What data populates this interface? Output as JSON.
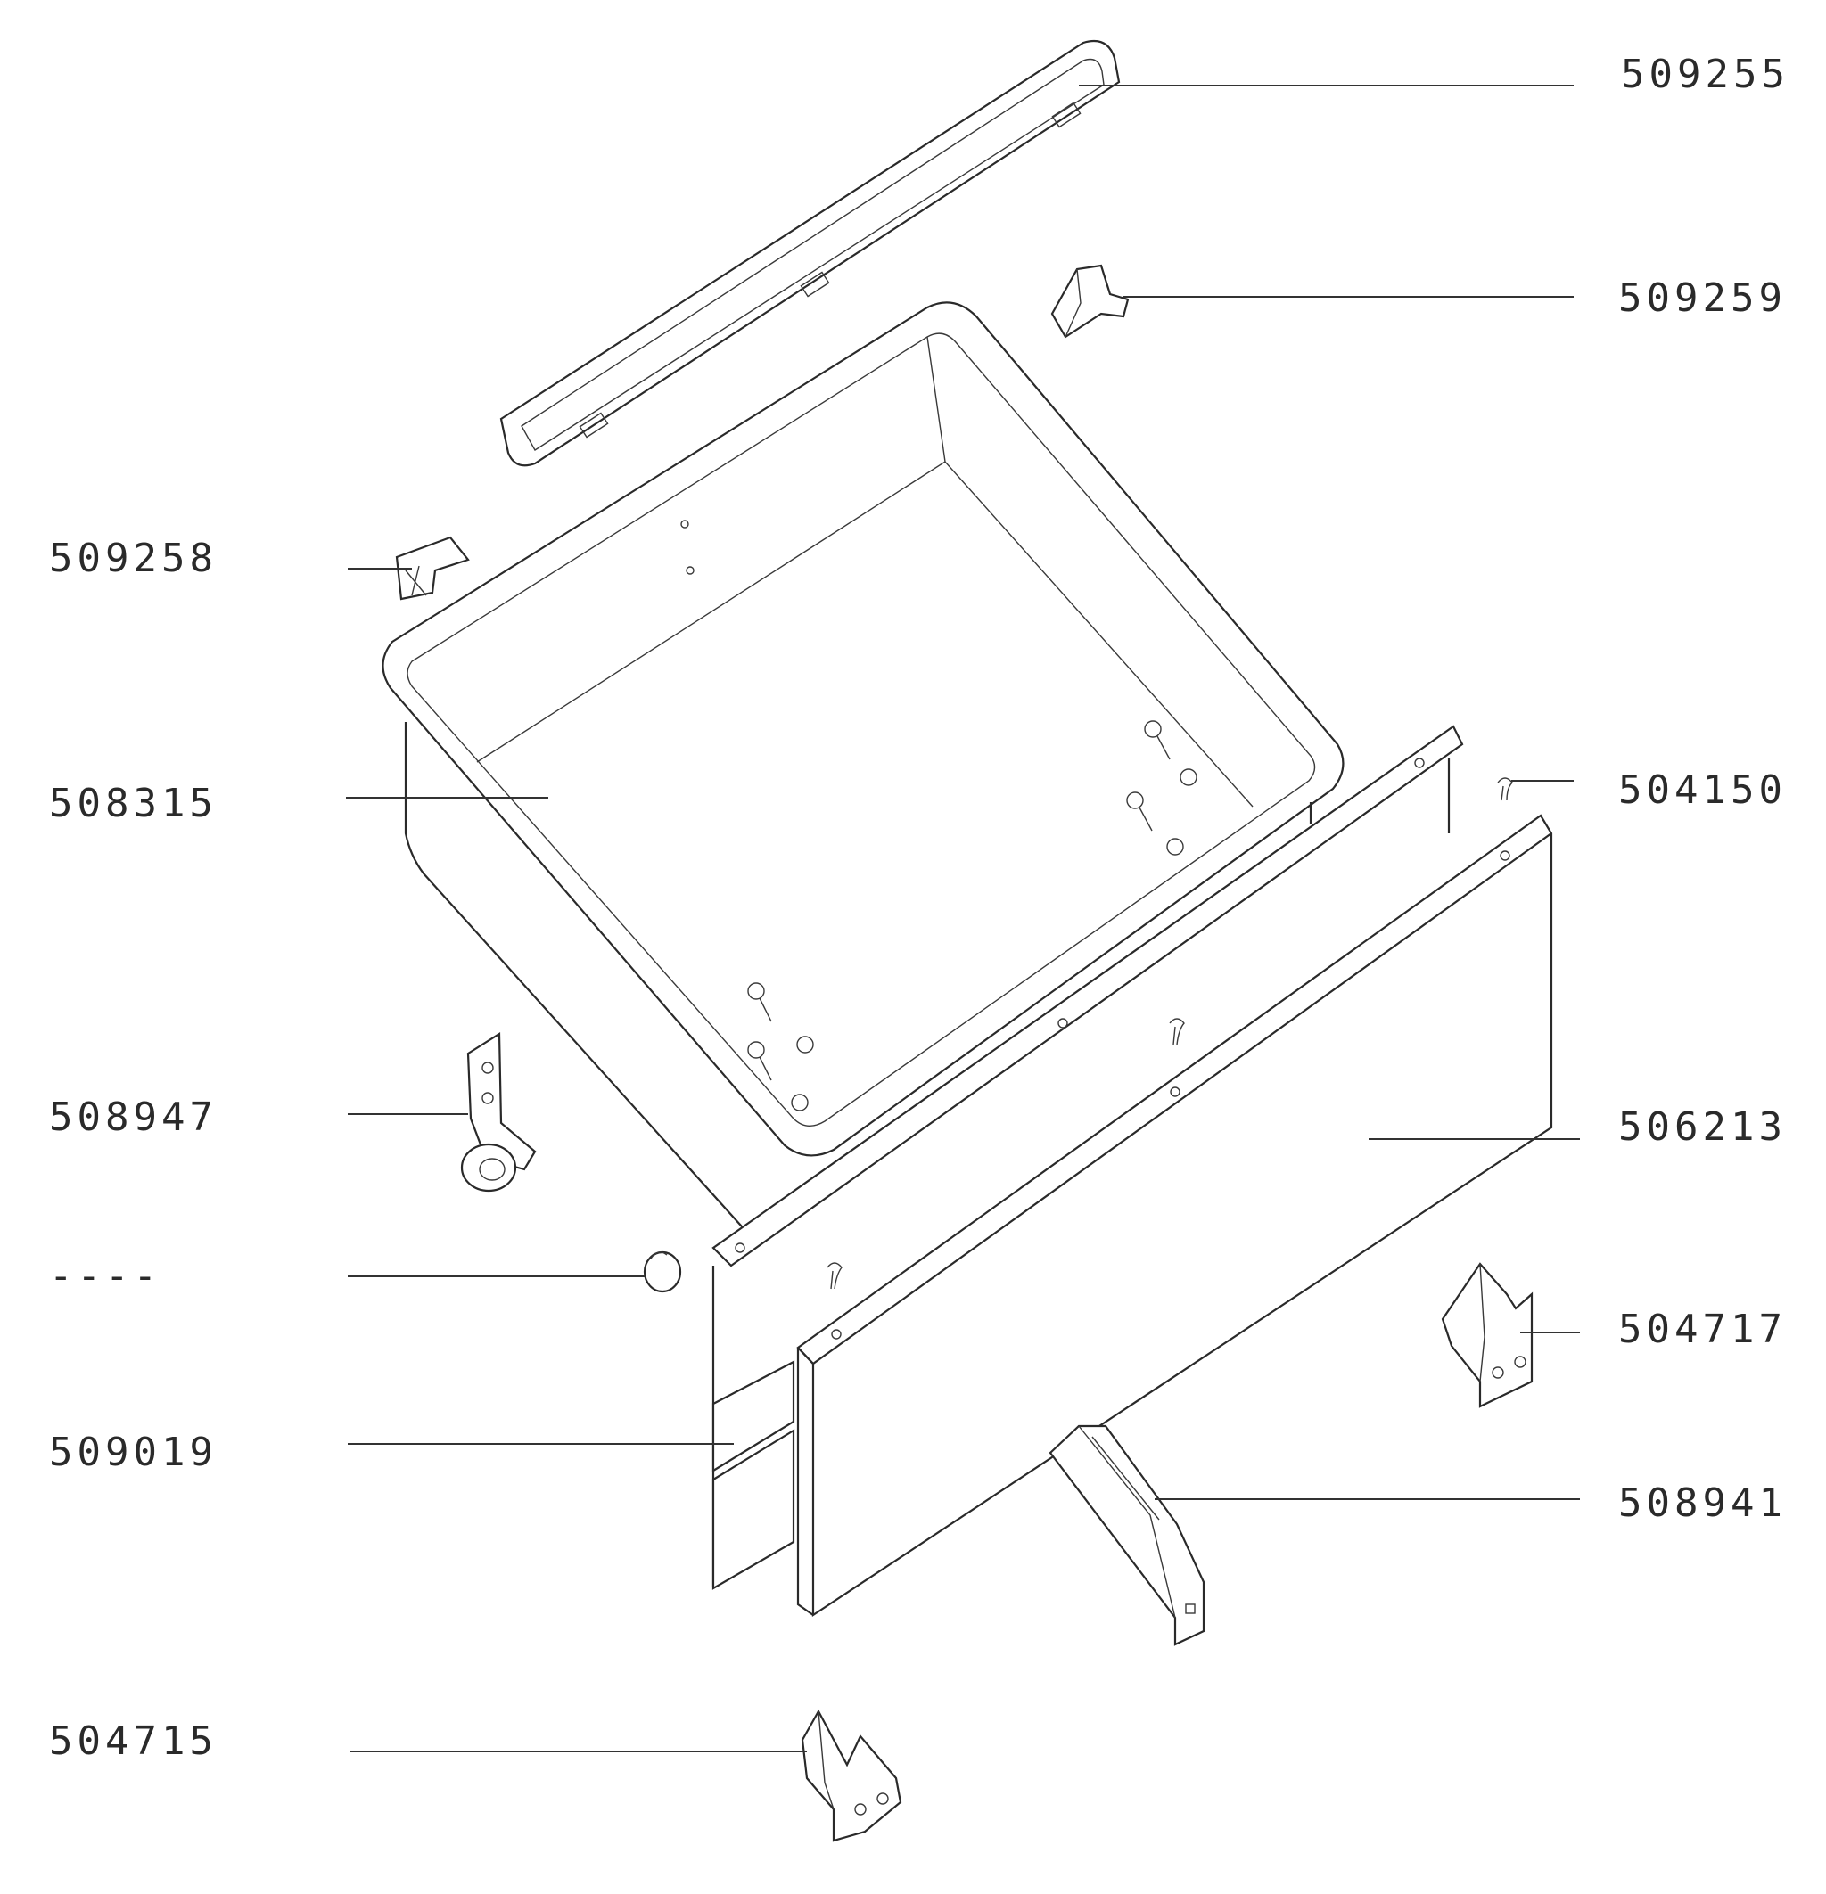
{
  "diagram": {
    "labels": {
      "p509255": "509255",
      "p509259": "509259",
      "p509258": "509258",
      "p508315": "508315",
      "p504150": "504150",
      "p508947": "508947",
      "p506213": "506213",
      "p_unnumbered": "----",
      "p504717": "504717",
      "p509019": "509019",
      "p508941": "508941",
      "p504715": "504715"
    }
  }
}
